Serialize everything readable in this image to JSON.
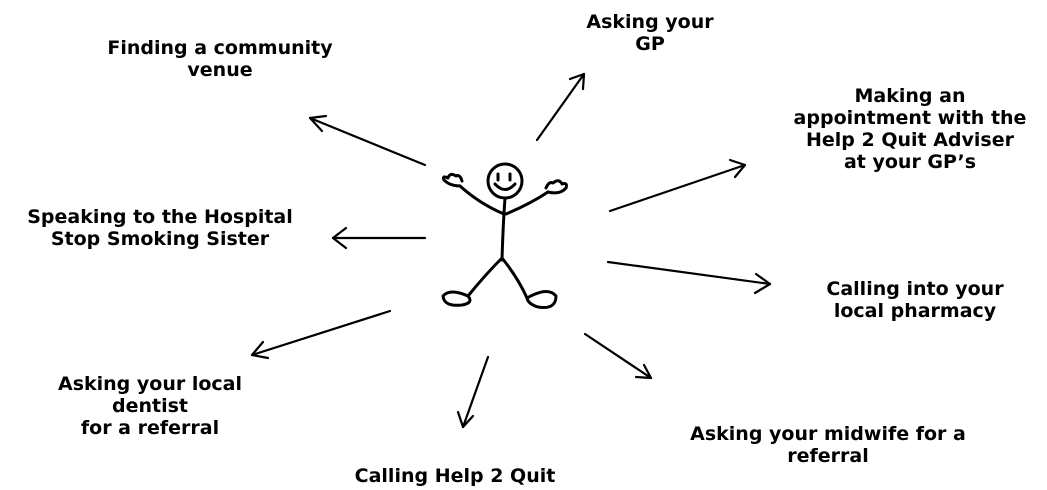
{
  "labels": {
    "community_venue": "Finding a community\nvenue",
    "asking_gp": "Asking your\nGP",
    "help2quit_adviser": "Making an\nappointment with the\nHelp 2 Quit Adviser\nat your GP’s",
    "hospital_sister": "Speaking to the Hospital\nStop Smoking Sister",
    "local_pharmacy": "Calling into your\nlocal pharmacy",
    "local_dentist": "Asking your local\ndentist\nfor a referral",
    "midwife": "Asking your midwife for a\nreferral",
    "calling_help2quit": "Calling Help 2 Quit"
  },
  "colors": {
    "text": "#000000",
    "line": "#000000",
    "background": "#ffffff"
  },
  "figure": {
    "icon": "stick-figure-icon"
  }
}
